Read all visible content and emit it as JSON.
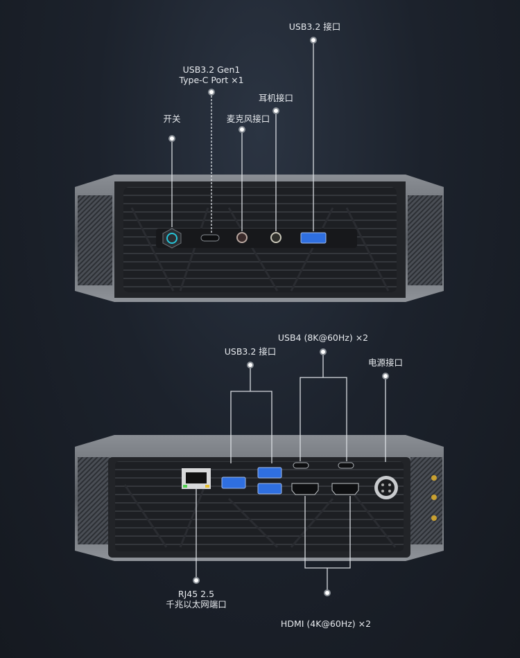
{
  "front_panel": {
    "labels": {
      "power_switch": "开关",
      "usb_c_line1": "USB3.2 Gen1",
      "usb_c_line2": "Type-C Port ×1",
      "mic_jack": "麦克风接口",
      "headphone_jack": "耳机接口",
      "usb32": "USB3.2 接口"
    }
  },
  "rear_panel": {
    "labels": {
      "usb32": "USB3.2 接口",
      "usb4": "USB4 (8K@60Hz) ×2",
      "power_input": "电源接口",
      "rj45_line1": "RJ45 2.5",
      "rj45_line2": "千兆以太网端口",
      "hdmi": "HDMI (4K@60Hz) ×2"
    }
  },
  "colors": {
    "background": "#171c24",
    "usb_blue": "#2f6fe0",
    "power_button_accent": "#27c4d8"
  }
}
